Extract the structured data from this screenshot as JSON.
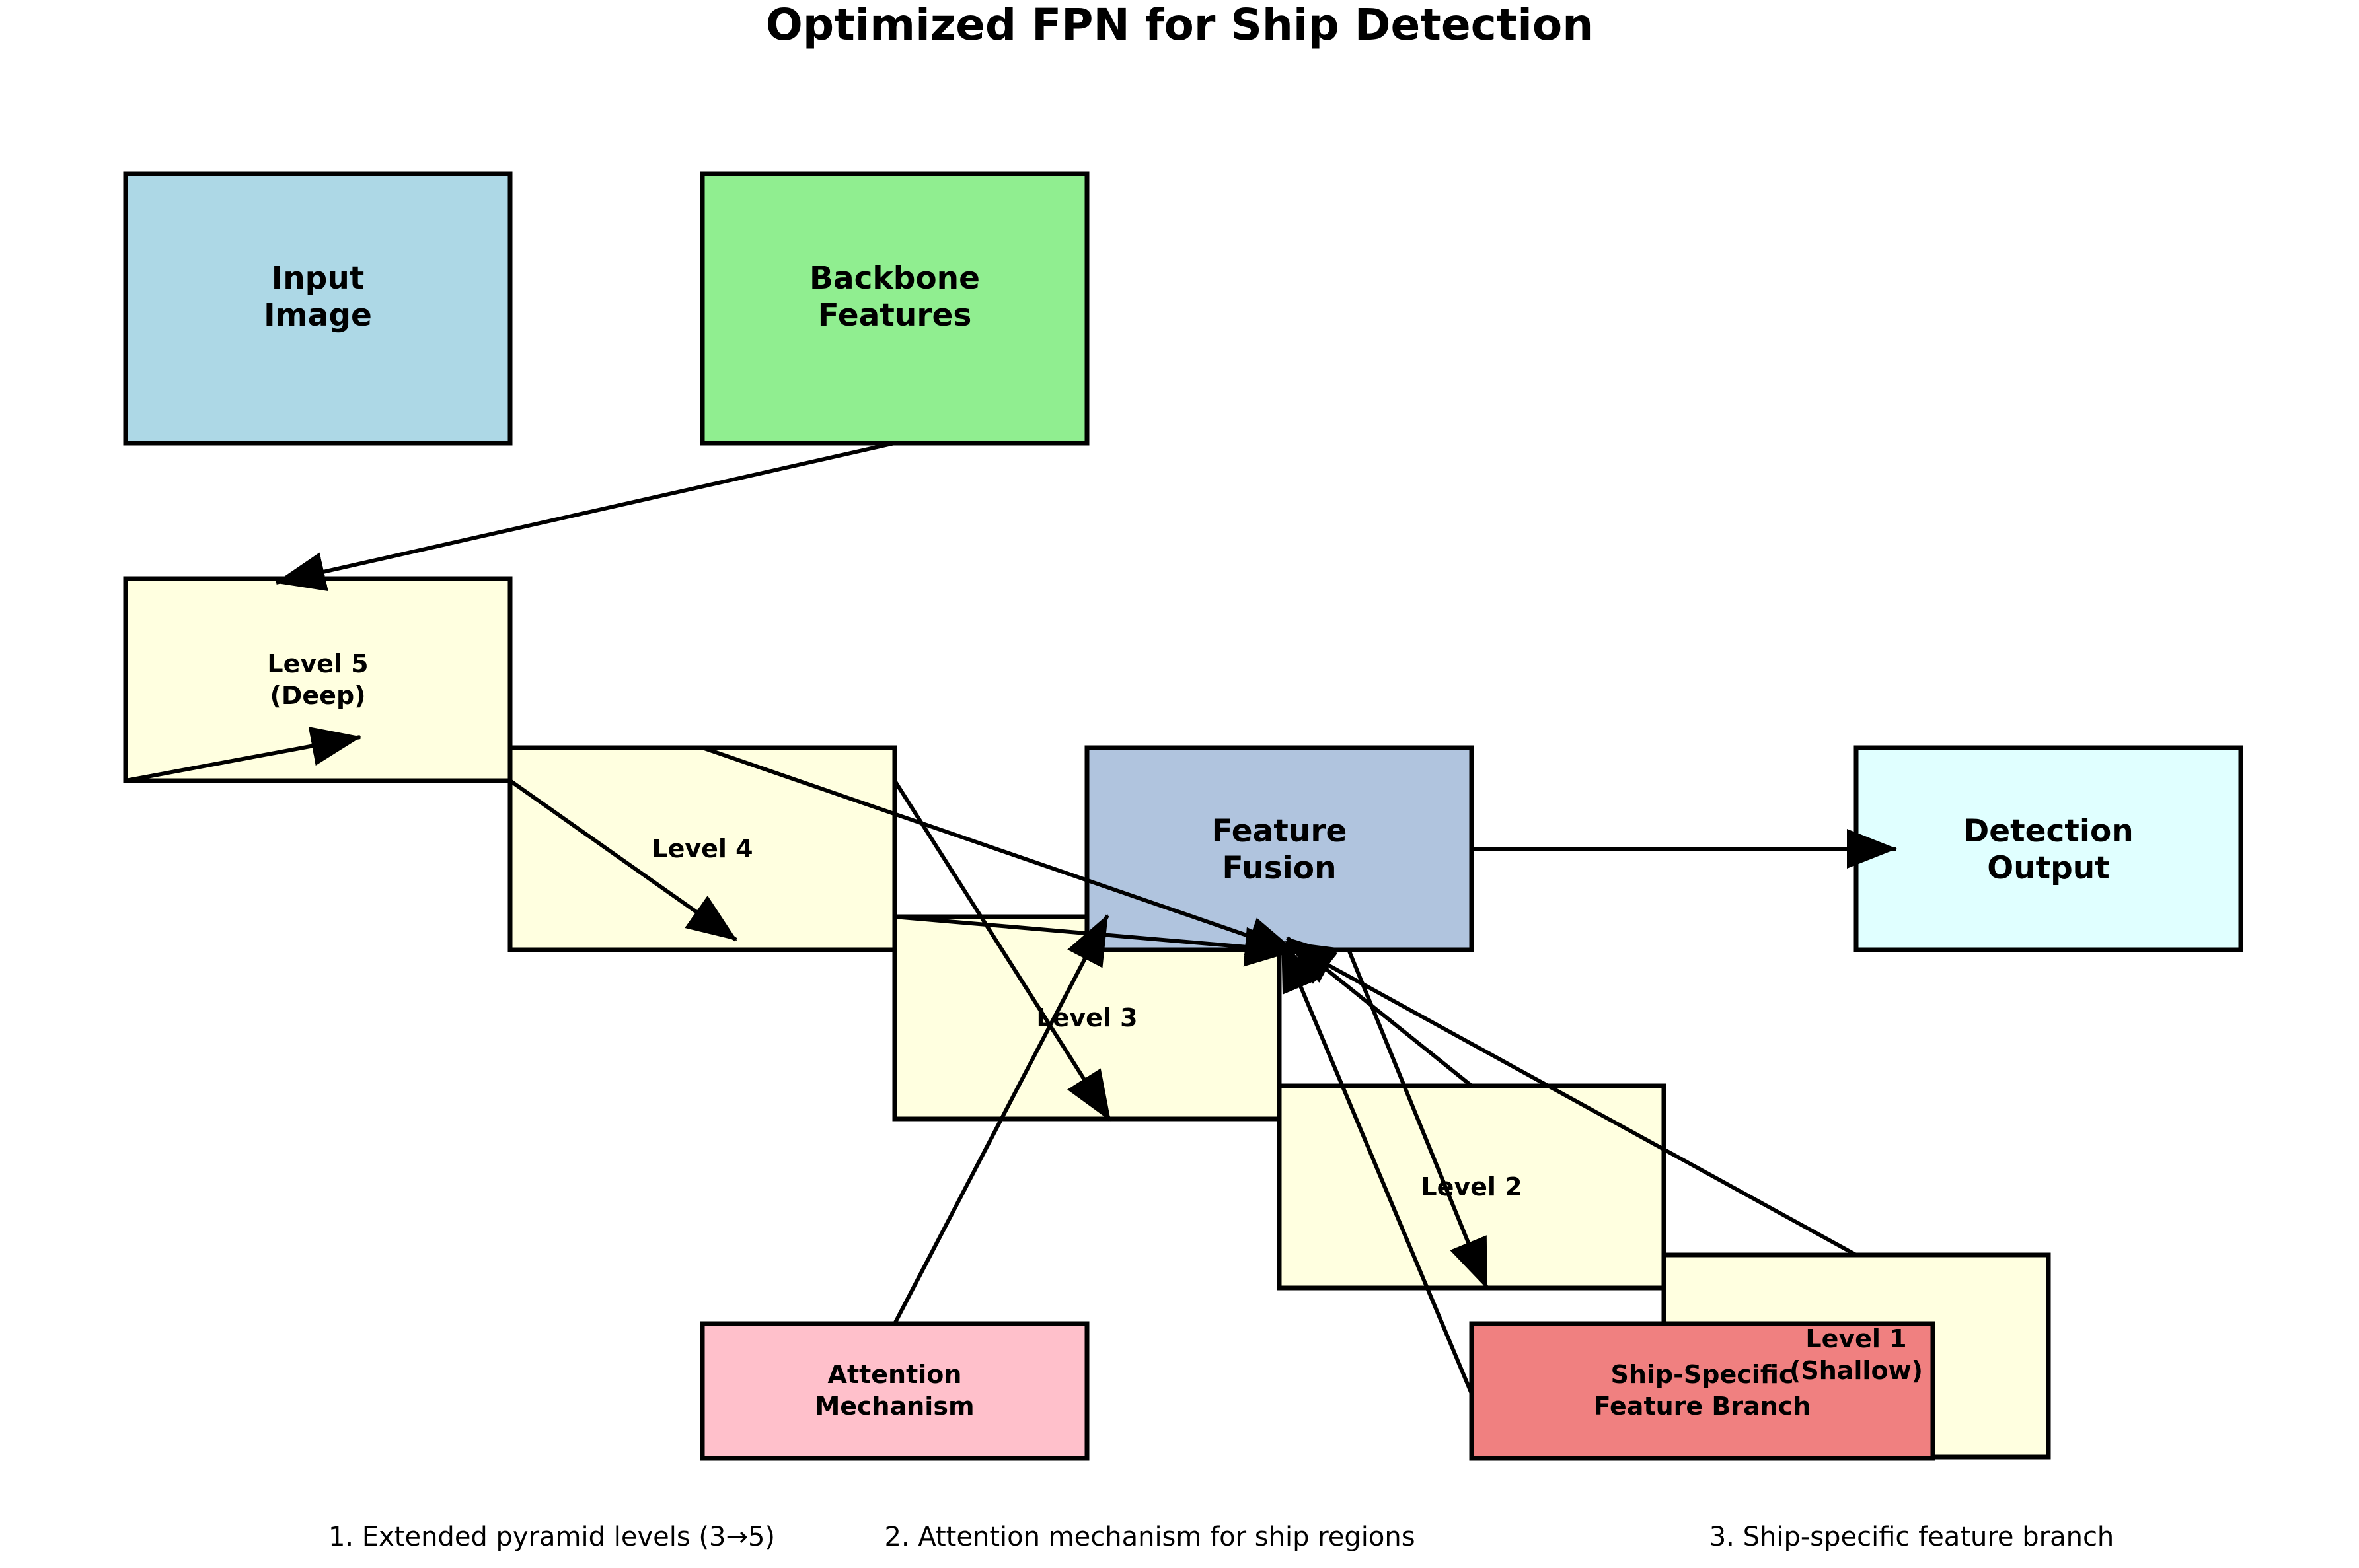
{
  "title": "Optimized FPN for Ship Detection",
  "colors": {
    "input": "#add8e6",
    "backbone": "#90ee90",
    "level": "#ffffe0",
    "fusion": "#b0c4de",
    "output": "#e0ffff",
    "attention": "#ffc0cb",
    "ship_branch": "#f08080",
    "stroke": "#000000"
  },
  "nodes": {
    "input": {
      "line1": "Input",
      "line2": "Image"
    },
    "backbone": {
      "line1": "Backbone",
      "line2": "Features"
    },
    "level5": {
      "line1": "Level 5",
      "line2": "(Deep)"
    },
    "level4": {
      "line1": "Level 4"
    },
    "level3": {
      "line1": "Level 3"
    },
    "level2": {
      "line1": "Level 2"
    },
    "level1": {
      "line1": "Level 1",
      "line2": "(Shallow)"
    },
    "fusion": {
      "line1": "Feature",
      "line2": "Fusion"
    },
    "output": {
      "line1": "Detection",
      "line2": "Output"
    },
    "attention": {
      "line1": "Attention",
      "line2": "Mechanism"
    },
    "ship_branch": {
      "line1": "Ship-Specific",
      "line2": "Feature Branch"
    }
  },
  "notes": [
    "1. Extended pyramid levels (3→5)",
    "2. Attention mechanism for ship regions",
    "3. Ship-specific feature branch"
  ]
}
